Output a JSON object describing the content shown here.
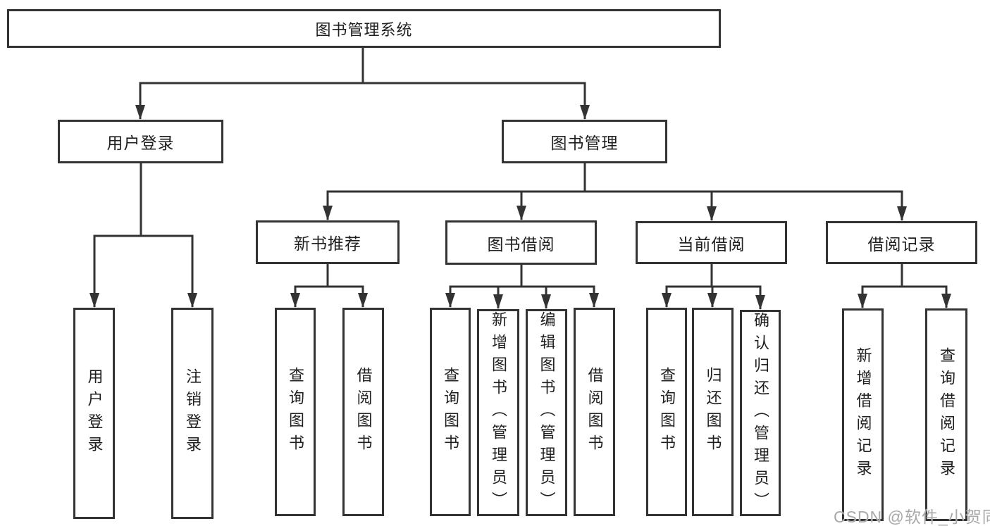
{
  "nodes": {
    "root": "图书管理系统",
    "level2": [
      "用户登录",
      "图书管理"
    ],
    "level3": [
      "新书推荐",
      "图书借阅",
      "当前借阅",
      "借阅记录"
    ],
    "leaves": [
      "用户登录",
      "注销登录",
      "查询图书",
      "借阅图书",
      "查询图书",
      "新增图书（管理员）",
      "编辑图书（管理员）",
      "借阅图书",
      "查询图书",
      "归还图书",
      "确认归还（管理员）",
      "新增借阅记录",
      "查询借阅记录"
    ]
  },
  "watermark": "CSDN @软件_小贺同学",
  "colors": {
    "line": "#333333",
    "box_background": "#ffffff",
    "text": "#1f1f1f",
    "watermark": "#a9a9a9"
  }
}
